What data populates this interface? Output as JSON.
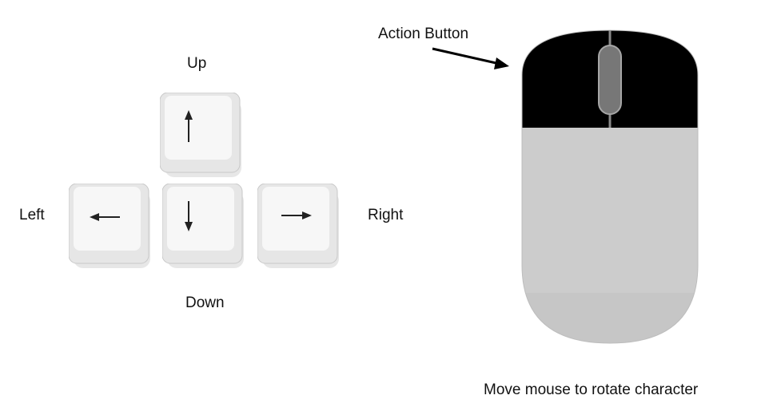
{
  "labels": {
    "up": "Up",
    "down": "Down",
    "left": "Left",
    "right": "Right",
    "action_button": "Action Button",
    "mouse_caption": "Move mouse to rotate character"
  },
  "keys": [
    {
      "name": "up",
      "icon": "arrow-up-icon"
    },
    {
      "name": "left",
      "icon": "arrow-left-icon"
    },
    {
      "name": "down",
      "icon": "arrow-down-icon"
    },
    {
      "name": "right",
      "icon": "arrow-right-icon"
    }
  ],
  "colors": {
    "mouse_top": "#000000",
    "mouse_body": "#cccccc",
    "scroll_wheel": "#777777",
    "key_face": "#f4f4f4",
    "key_shadow": "#b9b9b9",
    "text": "#111111"
  }
}
